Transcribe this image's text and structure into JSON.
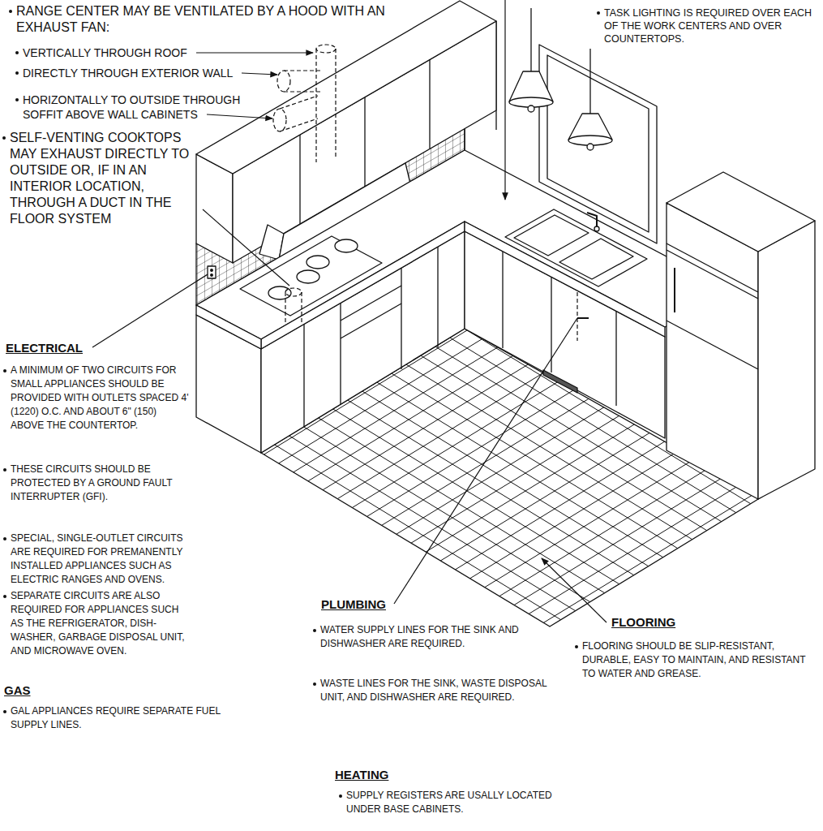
{
  "diagram": {
    "labels": [
      "RANGE CENTER MAY BE VENTILATED BY A HOOD WITH AN EXHAUST FAN:",
      "VERTICALLY THROUGH ROOF",
      "DIRECTLY THROUGH EXTERIOR WALL",
      "HORIZONTALLY TO OUTSIDE THROUGH SOFFIT ABOVE WALL CABINETS",
      "SELF-VENTING COOKTOPS MAY EXHAUST DIRECTLY TO OUTSIDE OR, IF IN AN INTERIOR LOCATION, THROUGH A DUCT IN THE FLOOR SYSTEM",
      "TASK LIGHTING IS REQUIRED OVER EACH OF THE WORK CENTERS AND OVER COUNTERTOPS.",
      "ELECTRICAL",
      "A MINIMUM OF TWO CIRCUITS FOR SMALL APPLIANCES SHOULD BE PROVIDED WITH OUTLETS SPACED 4' (1220) O.C. AND ABOUT 6\" (150) ABOVE THE COUNTERTOP.",
      "THESE CIRCUITS SHOULD BE PROTECTED BY A GROUND FAULT INTERRUPTER (GFI).",
      "SPECIAL, SINGLE-OUTLET CIRCUITS ARE REQUIRED FOR PREMANENTLY INSTALLED APPLIANCES SUCH AS ELECTRIC RANGES AND OVENS.",
      "SEPARATE CIRCUITS ARE ALSO REQUIRED FOR APPLIANCES SUCH AS THE REFRIGERATOR, DISH- WASHER, GARBAGE DISPOSAL UNIT, AND MICROWAVE OVEN.",
      "GAS",
      "GAL APPLIANCES REQUIRE SEPARATE FUEL SUPPLY LINES.",
      "PLUMBING",
      "WATER SUPPLY LINES FOR THE SINK AND DISHWASHER ARE REQUIRED.",
      "WASTE LINES FOR THE SINK, WASTE DISPOSAL UNIT, AND DISHWASHER ARE REQUIRED.",
      "FLOORING",
      "FLOORING SHOULD BE SLIP-RESISTANT, DURABLE, EASY TO MAINTAIN, AND RESISTANT TO WATER AND GREASE.",
      "HEATING",
      "SUPPLY REGISTERS ARE USALLY LOCATED UNDER BASE CABINETS."
    ]
  }
}
